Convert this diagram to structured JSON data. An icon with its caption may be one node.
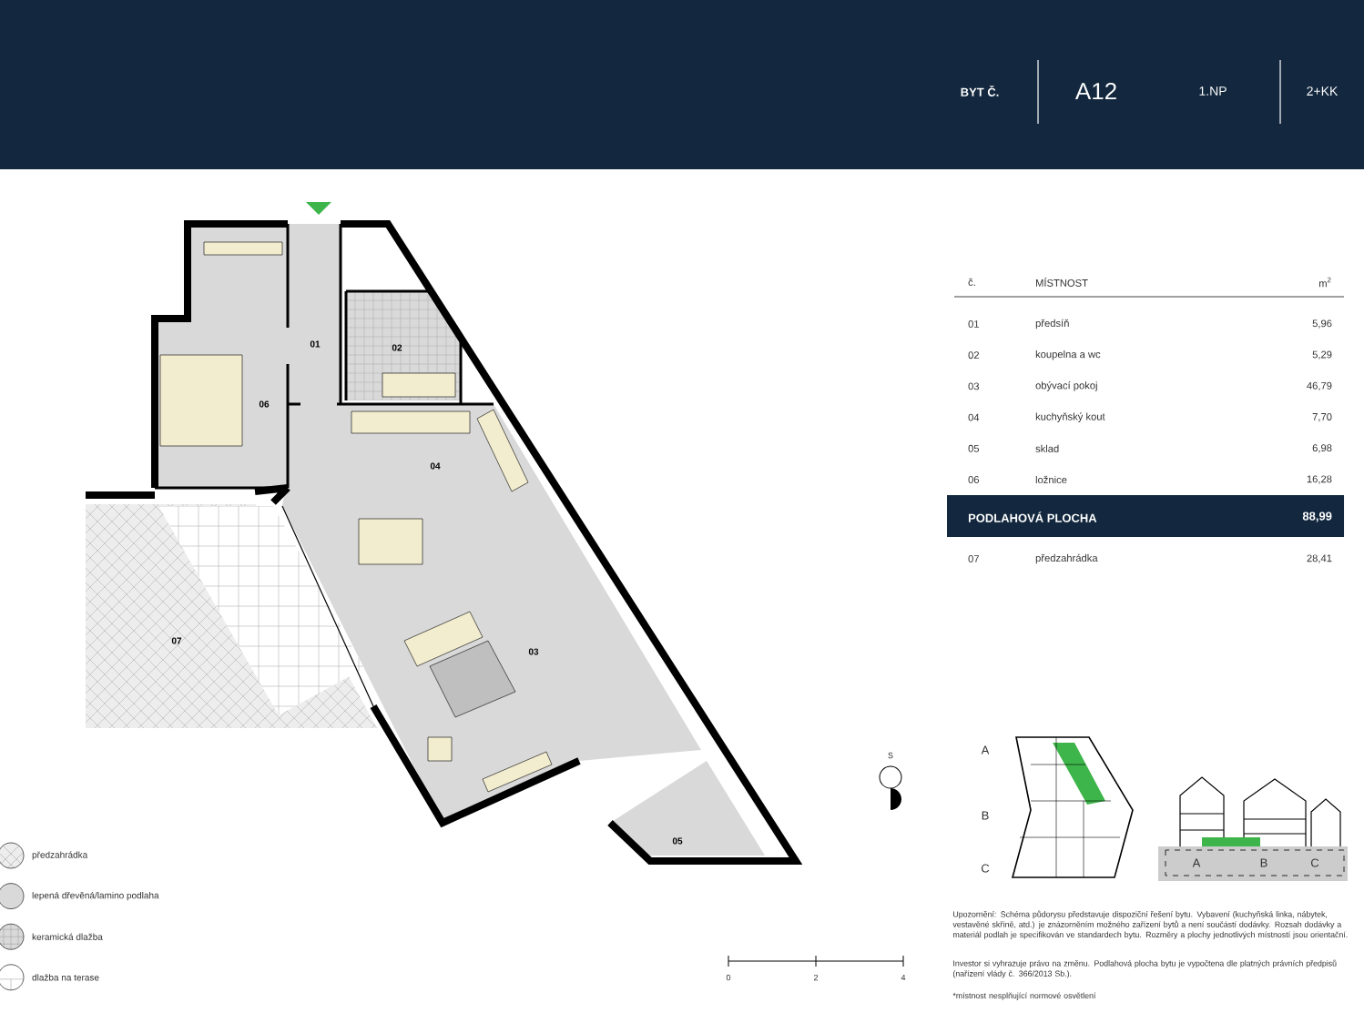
{
  "diagram": {
    "nodes": [
      {
        "text": [
          "01"
        ]
      },
      {
        "text": [
          "02"
        ]
      },
      {
        "text": [
          "03"
        ]
      },
      {
        "text": [
          "04"
        ]
      },
      {
        "text": [
          "05"
        ]
      },
      {
        "text": [
          "06"
        ]
      },
      {
        "text": [
          "07"
        ]
      }
    ],
    "edges": [],
    "labels": [
      "BYT Č.",
      "A12",
      "1.NP",
      "2+KK",
      "č.",
      "MÍSTNOST",
      "m$^{2}$",
      "01",
      "předsíň",
      "5,96",
      "02",
      "koupelna a wc",
      "5,29",
      "03",
      "obývací pokoj",
      "46,79",
      "04",
      "kuchyňský kout",
      "7,70",
      "05",
      "sklad",
      "6,98",
      "06",
      "ložnice",
      "16,28",
      "PODLAHOVÁ PLOCHA",
      "88,99",
      "07",
      "předzahrádka",
      "28,41",
      "A",
      "B",
      "C",
      "A",
      "B",
      "C",
      "S",
      "0",
      "2",
      "4",
      "Upozornění: Schéma půdorysu představuje dispoziční řešení bytu. Vybavení (kuchyňská linka, nábytek, vestavěné skříně, atd.) je znázorněním možného zařízení bytů a není součástí dodávky. Rozsah dodávky a materiál podlah je specifikován ve standardech bytu. Rozměry a plochy jednotlivých místností jsou orientační.",
      "Investor si vyhrazuje právo na změnu. Podlahová plocha bytu je vypočtena dle platných právních předpisů (nařízení vlády č. 366/2013 Sb.).",
      "*místnost nesplňující normové osvětlení"
    ],
    "legend": [
      {
        "text": "předzahrádka"
      },
      {
        "text": "lepená dřevěná/lamino podlaha"
      },
      {
        "text": "keramická dlažba"
      },
      {
        "text": "dlažba na terase"
      }
    ]
  }
}
